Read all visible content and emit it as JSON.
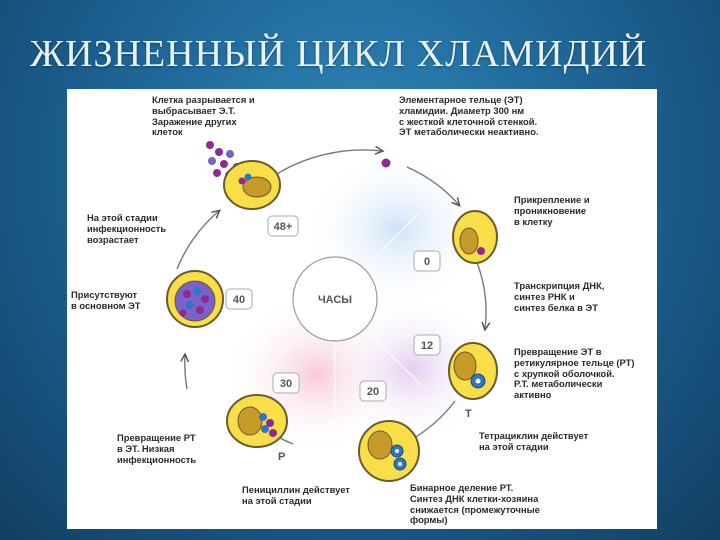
{
  "slide": {
    "title": "ЖИЗНЕННЫЙ ЦИКЛ ХЛАМИДИЙ"
  },
  "clock": {
    "center_label": "ЧАСЫ",
    "ticks": {
      "t0": "0",
      "t12": "12",
      "t20": "20",
      "t30": "30",
      "t40": "40",
      "t48": "48+"
    }
  },
  "labels": {
    "release": "Клетка разрывается и\nвыбрасывает Э.Т.\nЗаражение других\nклеток",
    "elementary_body": "Элементарное тельце (ЭТ)\nхламидии. Диаметр 300 нм\nс жесткой клеточной стенкой.\nЭТ метаболически неактивно.",
    "attachment": "Прикрепление и\nпроникновение\nв клетку",
    "transcription": "Транскрипция ДНК,\nсинтез РНК и\nсинтез белка в ЭТ",
    "rb_conversion": "Превращение ЭТ в\nретикулярное тельце (РТ)\nс хрупкой оболочкой.\nР.Т. метаболически\nактивно",
    "tetracycline": "Тетрациклин действует\nна этой стадии",
    "binary_fission": "Бинарное деление РТ.\nСинтез ДНК клетки-хозяина\nснижается (промежуточные\nформы)",
    "penicillin": "Пенициллин действует\nна этой стадии",
    "rb_to_eb": "Превращение РТ\nв ЭТ. Низкая\nинфекционность",
    "present_et": "Присутствуют\nв основном ЭТ",
    "infectivity": "На этой стадии\nинфекционность\nвозрастает"
  },
  "markers": {
    "tetracycline": "T",
    "penicillin": "P"
  },
  "colors": {
    "background": "#1b5f8f",
    "cell_fill": "#f8df48",
    "cell_outline": "#6b5a30",
    "nucleus": "#c79a2a",
    "eb_purple": "#8e2a92",
    "rb_blue": "#2c76c4"
  }
}
